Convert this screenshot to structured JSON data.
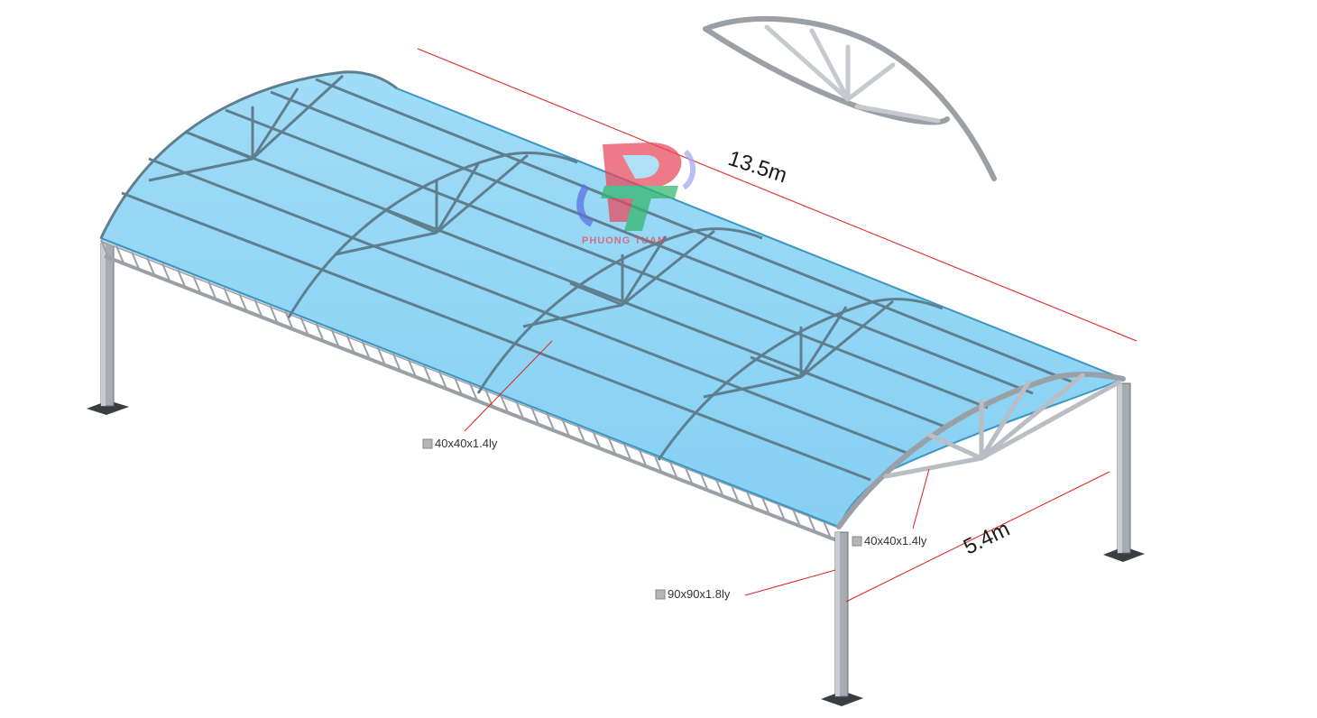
{
  "dimensions": {
    "length_label": "13.5m",
    "width_label": "5.4m"
  },
  "specs": {
    "roof_purlin": "40x40x1.4ly",
    "end_truss": "40x40x1.4ly",
    "column": "90x90x1.8ly"
  },
  "watermark": {
    "brand": "PHUONG TUAN",
    "colors": {
      "red": "#e8475a",
      "blue": "#5a6fe0",
      "green": "#33b56a"
    }
  },
  "colors": {
    "roof_fill": "#8fd6f5",
    "roof_edge": "#3a96c4",
    "frame": "#5f7f8f",
    "steel": "#b9bec4",
    "steel_dark": "#6b7077",
    "dimension_line": "#e02020"
  }
}
